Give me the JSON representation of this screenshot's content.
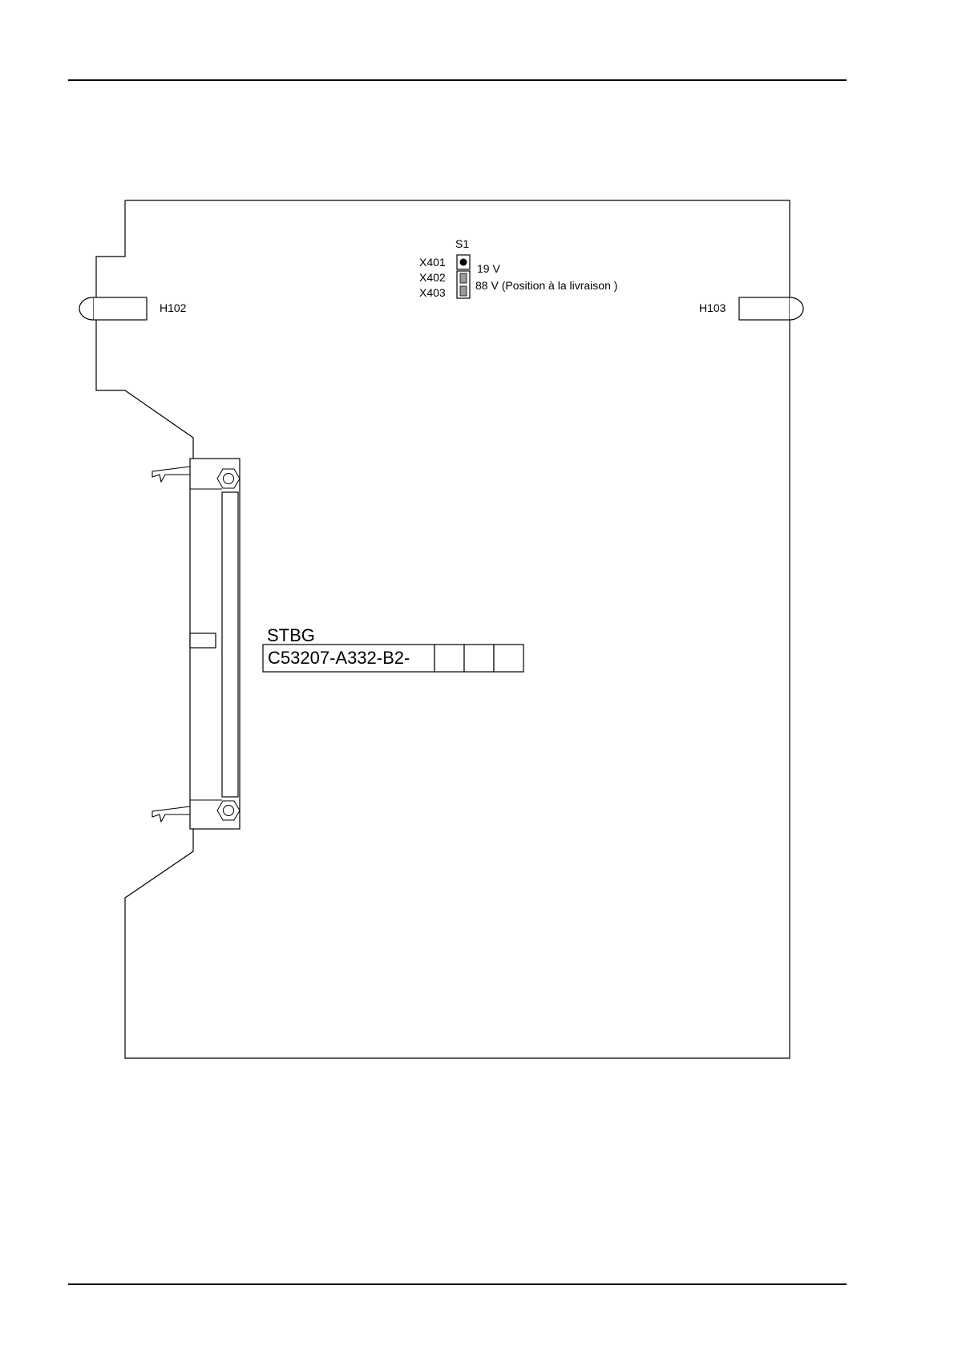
{
  "switch": {
    "label": "S1",
    "pins": [
      "X401",
      "X402",
      "X403"
    ],
    "options": [
      "19 V",
      "88 V (Position à la livraison )"
    ]
  },
  "leds": {
    "left": "H102",
    "right": "H103"
  },
  "board": {
    "name": "STBG",
    "part_number": "C53207-A332-B2-"
  }
}
